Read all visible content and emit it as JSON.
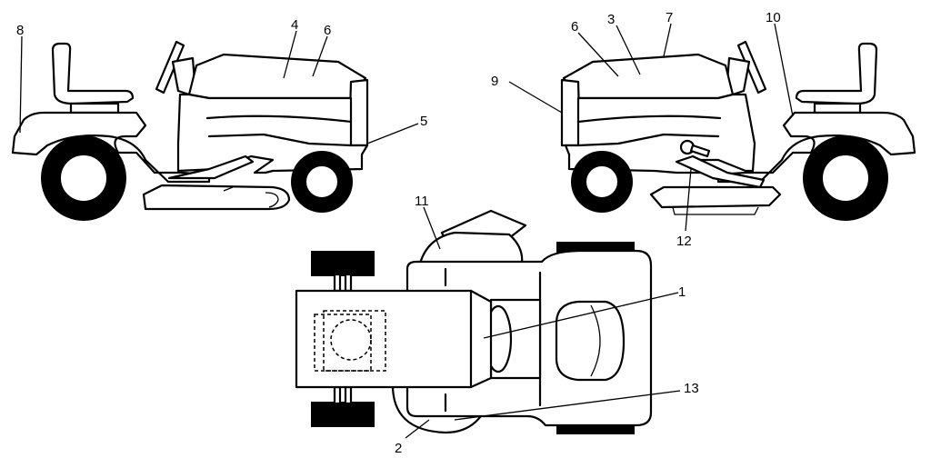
{
  "colors": {
    "line": "#000000",
    "background": "#ffffff"
  },
  "callouts": {
    "c1": "1",
    "c2": "2",
    "c3": "3",
    "c4": "4",
    "c5": "5",
    "c6_left": "6",
    "c6_right": "6",
    "c7": "7",
    "c8": "8",
    "c9": "9",
    "c10": "10",
    "c11": "11",
    "c12": "12",
    "c13": "13"
  }
}
